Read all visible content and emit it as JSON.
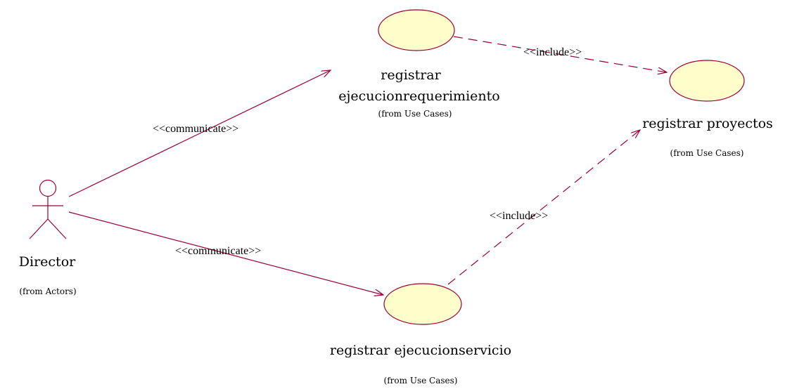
{
  "colors": {
    "use_case_fill": "#ffffcc",
    "line": "#990033",
    "text": "#000000",
    "background": "#ffffff"
  },
  "actor": {
    "name": "Director",
    "package": "(from Actors)"
  },
  "use_cases": {
    "ejecucionrequerimiento": {
      "name_line1": "registrar",
      "name_line2": "ejecucionrequerimiento",
      "package": "(from Use Cases)"
    },
    "proyectos": {
      "name": "registrar proyectos",
      "package": "(from Use Cases)"
    },
    "ejecucionservicio": {
      "name": "registrar ejecucionservicio",
      "package": "(from Use Cases)"
    }
  },
  "relations": {
    "communicate_top": "<<communicate>>",
    "communicate_bottom": "<<communicate>>",
    "include_top": "<<include>>",
    "include_bottom": "<<include>>"
  }
}
